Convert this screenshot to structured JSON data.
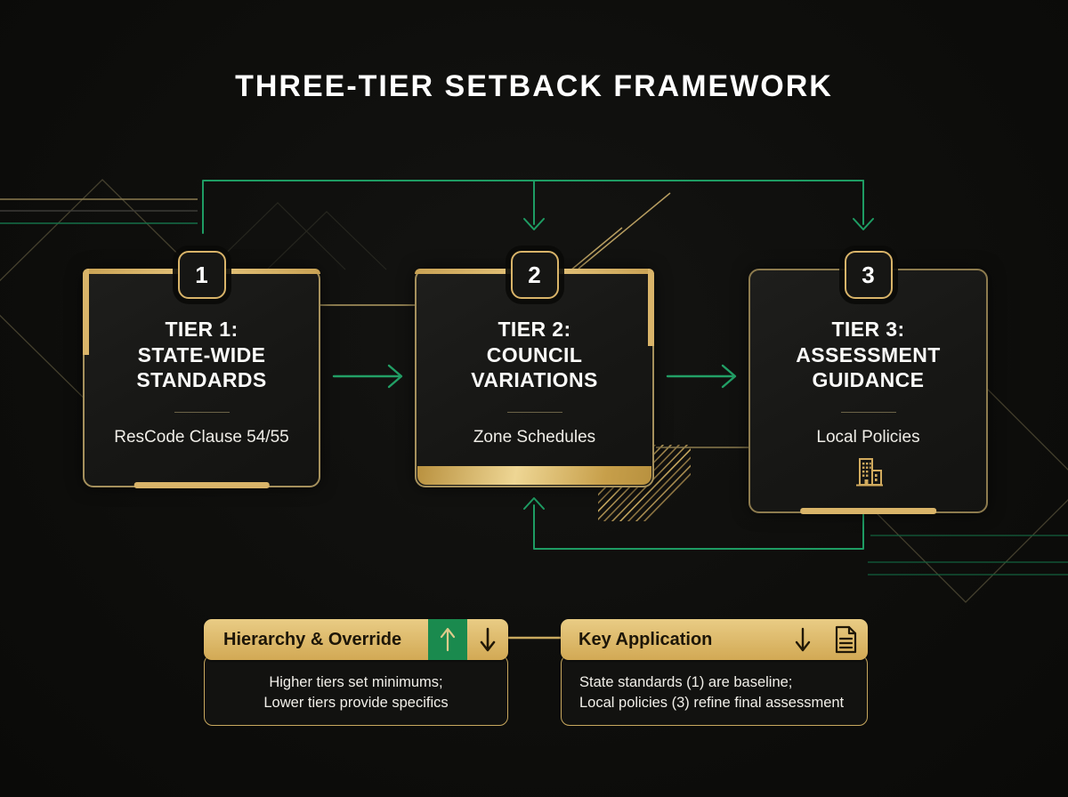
{
  "title": "THREE-TIER SETBACK FRAMEWORK",
  "colors": {
    "background": "#0e0e0c",
    "gold": "#d9b469",
    "green": "#1e9c63",
    "card_background": "#1a1a18",
    "header_text": "#1d1608",
    "body_text": "#f1efe9"
  },
  "tiers": [
    {
      "number": "1",
      "title": "TIER 1:\nSTATE-WIDE\nSTANDARDS",
      "subtitle": "ResCode Clause 54/55"
    },
    {
      "number": "2",
      "title": "TIER 2:\nCOUNCIL\nVARIATIONS",
      "subtitle": "Zone Schedules"
    },
    {
      "number": "3",
      "title": "TIER 3:\nASSESSMENT\nGUIDANCE",
      "subtitle": "Local Policies",
      "icon": "building-icon"
    }
  ],
  "info_boxes": [
    {
      "heading": "Hierarchy & Override",
      "body": "Higher tiers set minimums;\nLower tiers provide specifics",
      "icons": [
        "up-arrow-icon",
        "down-arrow-icon"
      ]
    },
    {
      "heading": "Key Application",
      "body": "State standards (1) are baseline;\nLocal policies (3) refine final assessment",
      "icons": [
        "down-arrow-icon",
        "document-icon"
      ]
    }
  ]
}
